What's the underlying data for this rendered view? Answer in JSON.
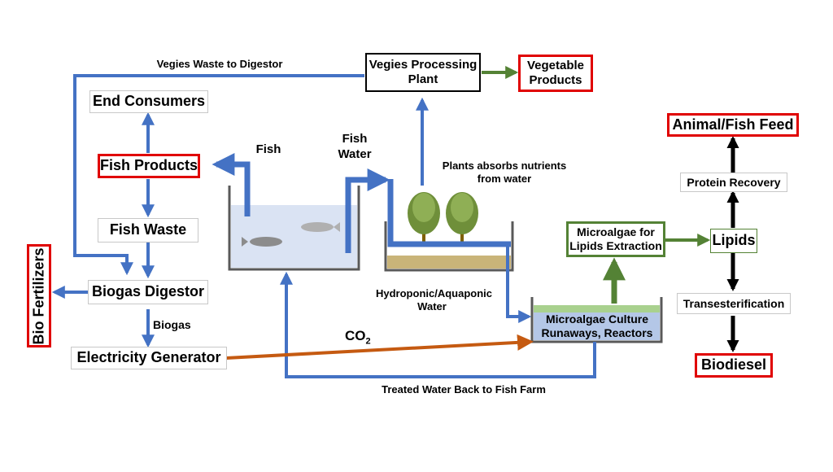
{
  "boxes": {
    "vegies_processing_plant": "Vegies Processing Plant",
    "vegetable_products": "Vegetable Products",
    "end_consumers": "End Consumers",
    "fish_products": "Fish Products",
    "fish_waste": "Fish Waste",
    "biogas_digestor": "Biogas Digestor",
    "electricity_generator": "Electricity Generator",
    "bio_fertilizers": "Bio Fertilizers",
    "microalgae_lipids": "Microalgae for Lipids Extraction",
    "microalgae_culture": "Microalgae Culture Runaways, Reactors",
    "animal_fish_feed": "Animal/Fish Feed",
    "protein_recovery": "Protein Recovery",
    "lipids": "Lipids",
    "transesterification": "Transesterification",
    "biodiesel": "Biodiesel"
  },
  "labels": {
    "vegies_waste": "Vegies Waste to Digestor",
    "fish": "Fish",
    "fish_water": "Fish Water",
    "plants_absorb": "Plants absorbs nutrients from water",
    "hydroponic": "Hydroponic/Aquaponic Water",
    "biogas": "Biogas",
    "co2": "CO",
    "co2_sub": "2",
    "treated_water": "Treated Water Back to Fish Farm"
  },
  "colors": {
    "blue_arrow": "#4472c4",
    "green_arrow": "#548235",
    "orange_arrow": "#c55a11",
    "black_arrow": "#000000",
    "red_border": "#e00000",
    "water": "#dae3f3",
    "soil": "#c9b479",
    "algae": "#a9d18e",
    "culture_water": "#b4c7e7",
    "tank_wall": "#595959"
  },
  "icons": [
    "fish-icon",
    "tree-icon"
  ]
}
